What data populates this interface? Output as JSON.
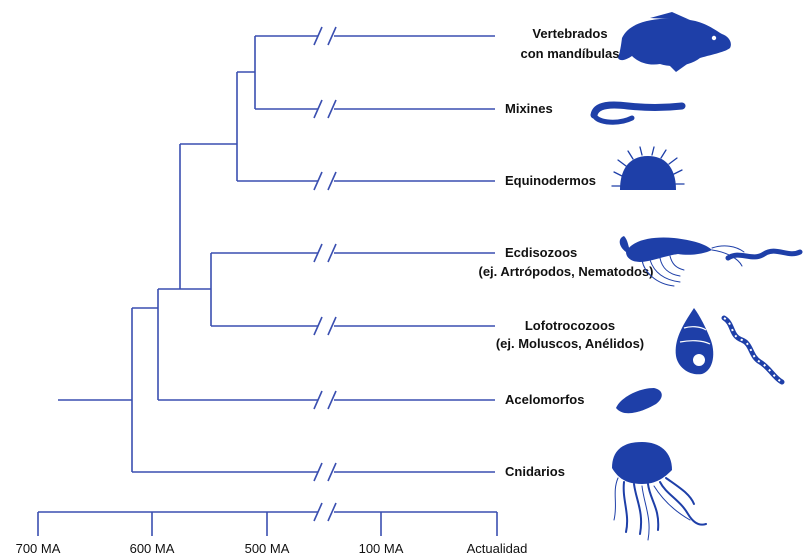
{
  "colors": {
    "line": "#3a4fb0",
    "silhouette": "#1e3fa8",
    "text": "#111111"
  },
  "taxa": [
    {
      "id": "vertebrados",
      "lines": [
        "Vertebrados",
        "con mandíbulas"
      ],
      "icons": [
        "fish-icon"
      ]
    },
    {
      "id": "mixines",
      "lines": [
        "Mixines"
      ],
      "icons": [
        "hagfish-icon"
      ]
    },
    {
      "id": "equinodermos",
      "lines": [
        "Equinodermos"
      ],
      "icons": [
        "sea-urchin-icon"
      ]
    },
    {
      "id": "ecdisozoos",
      "lines": [
        "Ecdisozoos",
        "(ej. Artrópodos, Nematodos)"
      ],
      "icons": [
        "shrimp-icon",
        "nematode-icon"
      ]
    },
    {
      "id": "lofotrocozoos",
      "lines": [
        "Lofotrocozoos",
        "(ej. Moluscos, Anélidos)"
      ],
      "icons": [
        "snail-shell-icon",
        "annelid-worm-icon"
      ]
    },
    {
      "id": "acelomorfos",
      "lines": [
        "Acelomorfos"
      ],
      "icons": [
        "acoel-worm-icon"
      ]
    },
    {
      "id": "cnidarios",
      "lines": [
        "Cnidarios"
      ],
      "icons": [
        "jellyfish-icon"
      ]
    }
  ],
  "time_axis": {
    "ticks": [
      "700 MA",
      "600 MA",
      "500 MA",
      "100 MA",
      "Actualidad"
    ],
    "axis_break": true
  }
}
